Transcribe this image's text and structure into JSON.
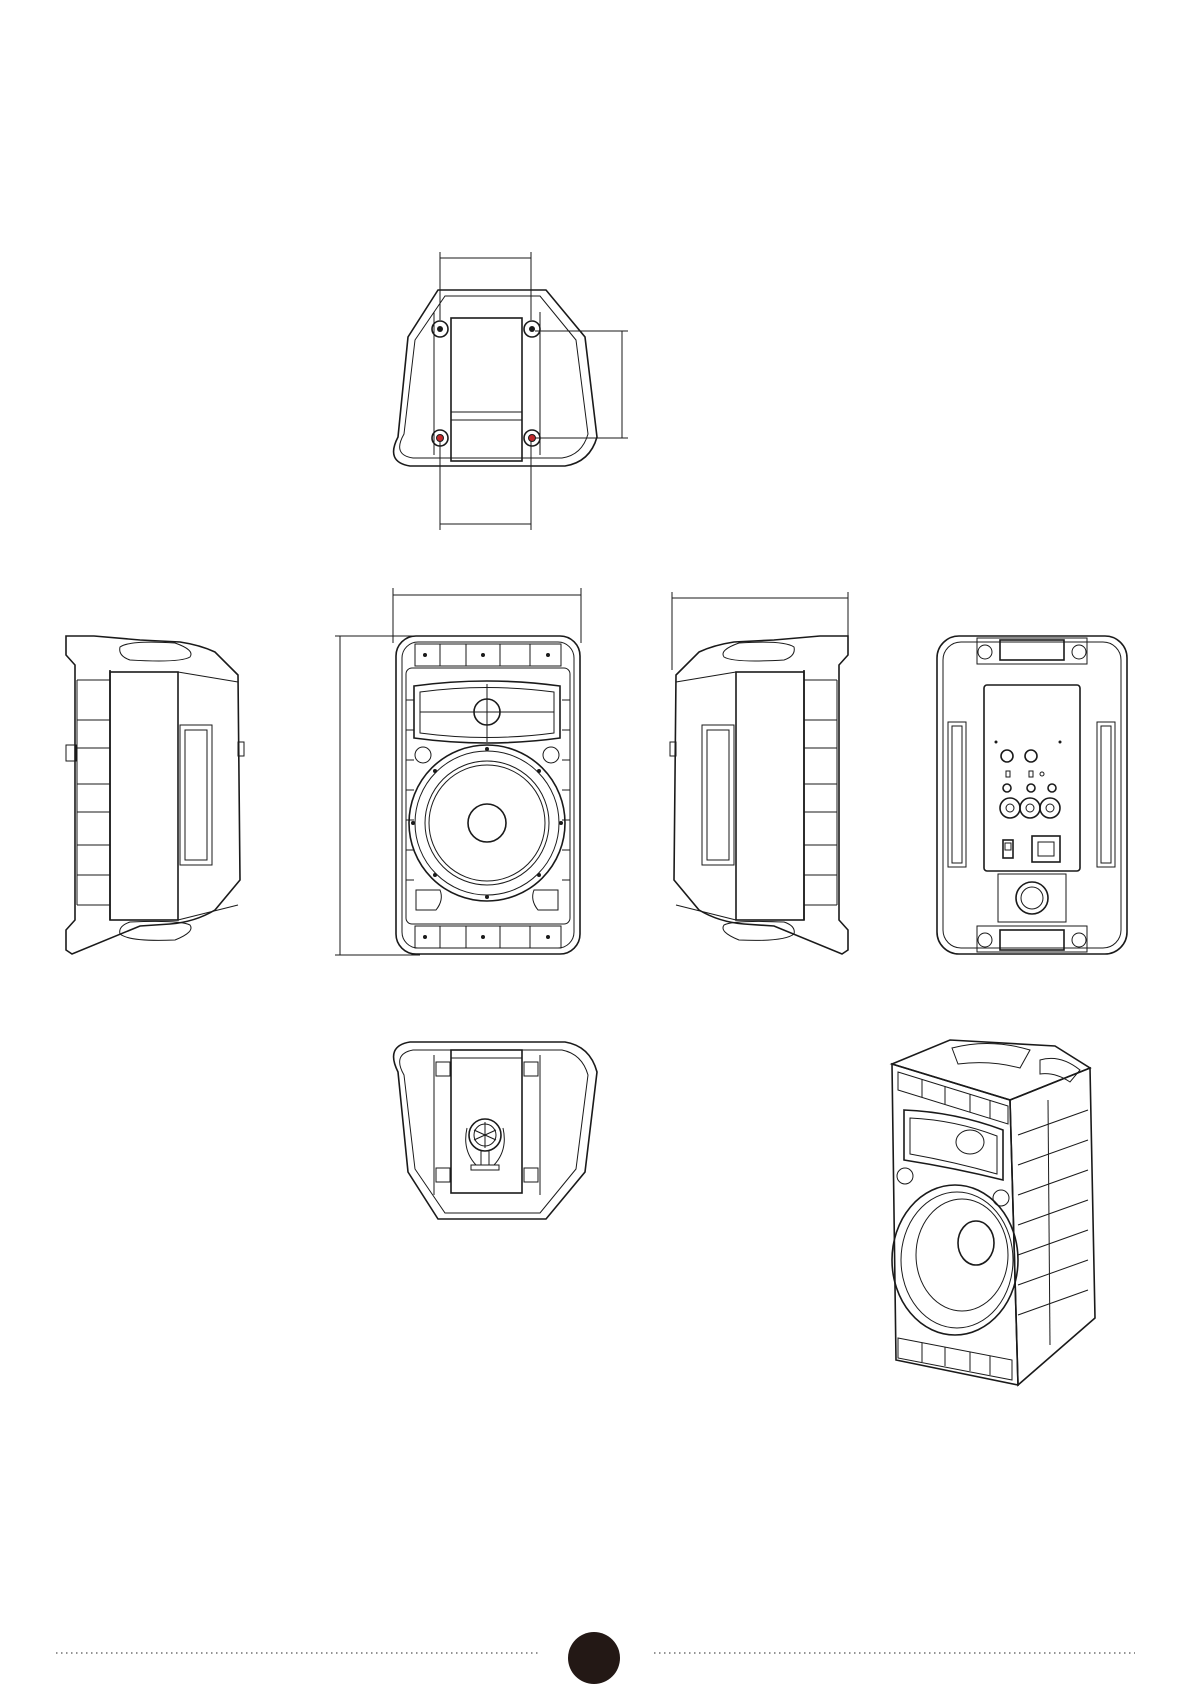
{
  "document": {
    "type": "technical drawing",
    "views": [
      "top-view",
      "left-side-view",
      "front-view",
      "right-side-view",
      "rear-view",
      "bottom-view",
      "perspective-view"
    ],
    "line_color": "#1a1a1a",
    "accent_color": "#c0282a"
  },
  "footer": {
    "page_marker_color": "#231815"
  }
}
